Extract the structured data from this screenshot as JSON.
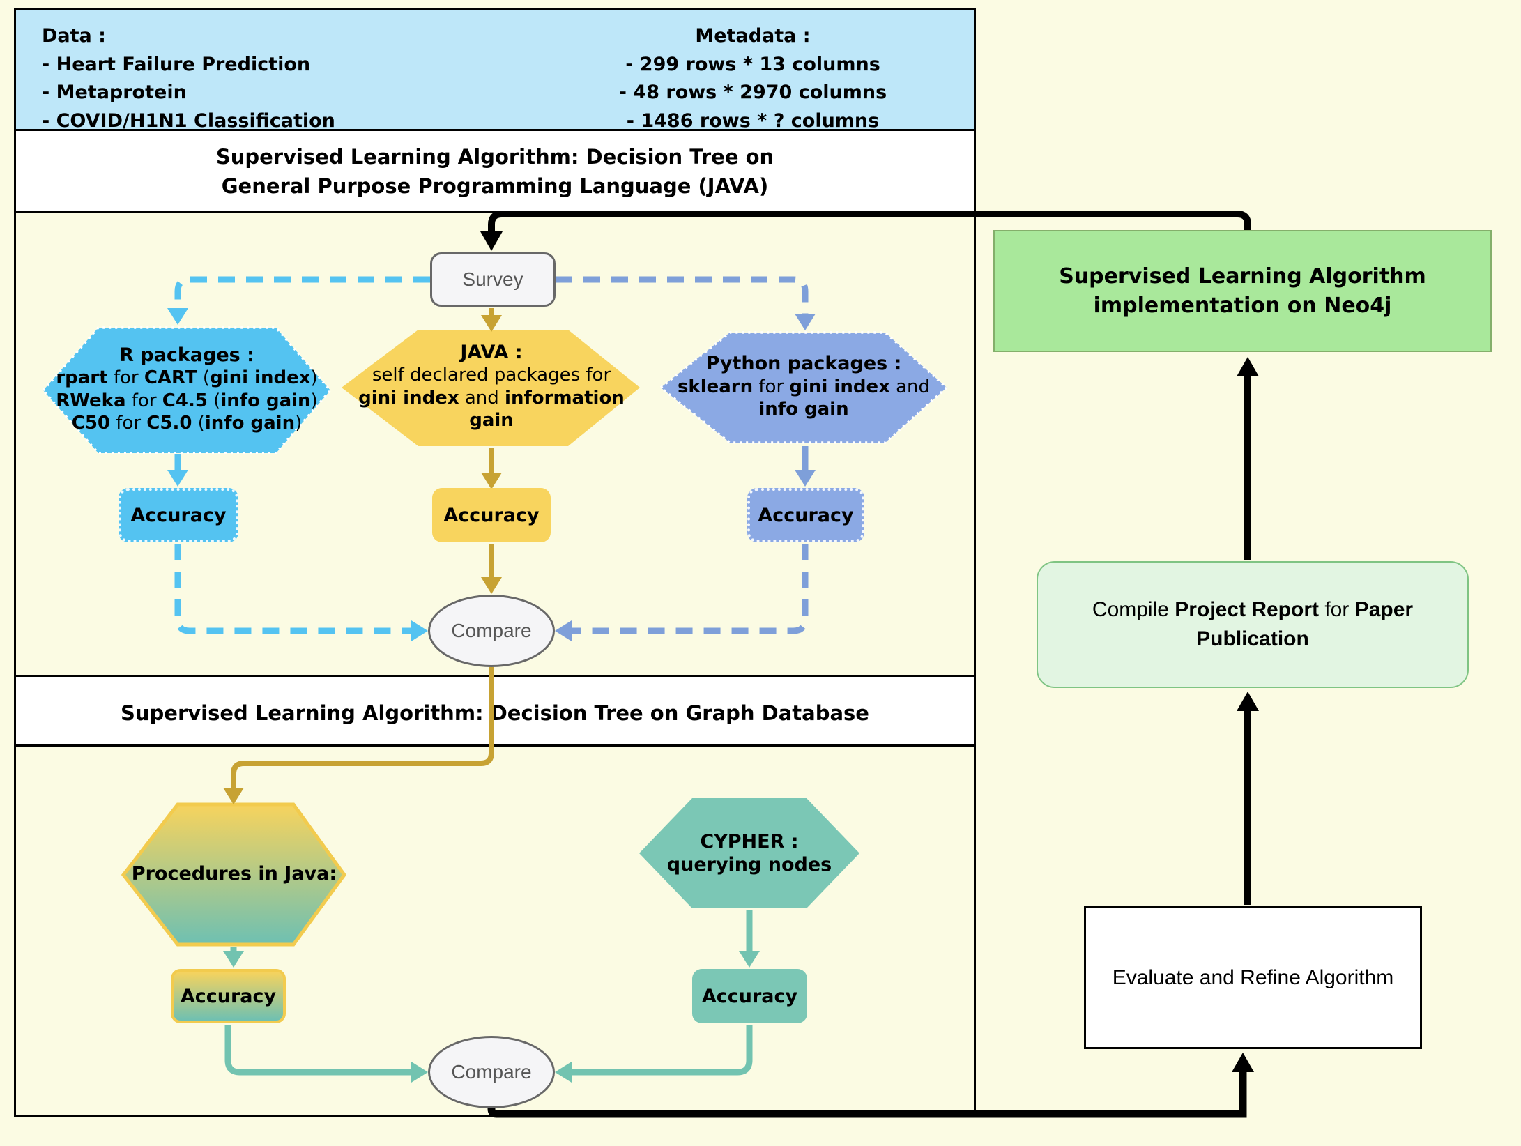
{
  "colors": {
    "background": "#FBFBE3",
    "data_box_blue": "#BEE7F9",
    "light_blue": "#54C3F1",
    "gold_fill": "#F8D45E",
    "gold_line": "#C7A233",
    "periwinkle_fill": "#8BA9E4",
    "periwinkle_line": "#7E9FD9",
    "teal_fill": "#7BC7B5",
    "teal_line": "#72C3B0",
    "green_box": "#A9E89B",
    "light_green_box": "#E2F5E2",
    "node_gray": "#F5F5F7",
    "black": "#000000"
  },
  "data_box": {
    "left_title": "Data :",
    "left_items": [
      "- Heart Failure Prediction",
      "- Metaprotein",
      "- COVID/H1N1 Classification"
    ],
    "right_title": "Metadata :",
    "right_items": [
      "- 299 rows * 13 columns",
      "- 48 rows * 2970 columns",
      "- 1486 rows * ? columns"
    ]
  },
  "titles": {
    "java_section_line1": "Supervised Learning Algorithm: Decision Tree on",
    "java_section_line2": "General Purpose Programming Language (JAVA)",
    "graph_section": "Supervised Learning Algorithm: Decision Tree on Graph Database"
  },
  "nodes": {
    "survey": "Survey",
    "compare_top": "Compare",
    "compare_bottom": "Compare",
    "accuracy_r": "Accuracy",
    "accuracy_java": "Accuracy",
    "accuracy_python": "Accuracy",
    "accuracy_procedures": "Accuracy",
    "accuracy_cypher": "Accuracy",
    "r_hexagon": {
      "title": "R packages :",
      "line1": [
        {
          "t": "rpart",
          "b": true
        },
        {
          "t": " for ",
          "b": false
        },
        {
          "t": "CART",
          "b": true
        },
        {
          "t": " (",
          "b": false
        },
        {
          "t": "gini index",
          "b": true
        },
        {
          "t": ")",
          "b": false
        }
      ],
      "line2": [
        {
          "t": "RWeka",
          "b": true
        },
        {
          "t": " for ",
          "b": false
        },
        {
          "t": "C4.5",
          "b": true
        },
        {
          "t": " (",
          "b": false
        },
        {
          "t": "info gain",
          "b": true
        },
        {
          "t": ")",
          "b": false
        }
      ],
      "line3": [
        {
          "t": "C50",
          "b": true
        },
        {
          "t": " for ",
          "b": false
        },
        {
          "t": "C5.0",
          "b": true
        },
        {
          "t": " (",
          "b": false
        },
        {
          "t": "info gain",
          "b": true
        },
        {
          "t": ")",
          "b": false
        }
      ]
    },
    "java_hexagon": {
      "title": "JAVA :",
      "body": [
        {
          "t": "self declared packages for ",
          "b": false
        },
        {
          "t": "gini index",
          "b": true
        },
        {
          "t": " and ",
          "b": false
        },
        {
          "t": "information gain",
          "b": true
        }
      ]
    },
    "python_hexagon": {
      "title": "Python packages :",
      "body": [
        {
          "t": "sklearn",
          "b": true
        },
        {
          "t": " for ",
          "b": false
        },
        {
          "t": "gini index",
          "b": true
        },
        {
          "t": " and ",
          "b": false
        },
        {
          "t": "info gain",
          "b": true
        }
      ]
    },
    "procedures_hexagon": {
      "title": "Procedures in Java:"
    },
    "cypher_hexagon": {
      "title": "CYPHER :",
      "subtitle": "querying nodes"
    }
  },
  "right_panel": {
    "neo4j_box_line1": "Supervised Learning Algorithm",
    "neo4j_box_line2": "implementation on Neo4j",
    "compile_box": [
      {
        "t": "Compile ",
        "b": false
      },
      {
        "t": "Project Report",
        "b": true
      },
      {
        "t": " for ",
        "b": false
      },
      {
        "t": "Paper Publication",
        "b": true
      }
    ],
    "evaluate_box": "Evaluate and Refine Algorithm"
  }
}
